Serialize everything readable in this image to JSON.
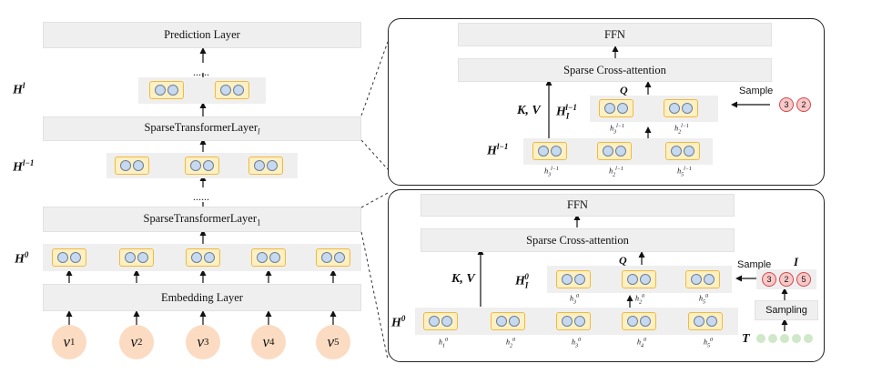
{
  "left": {
    "prediction_layer": "Prediction Layer",
    "sparse_layer_l": "SparseTransformerLayer",
    "sparse_layer_l_sub": "l",
    "sparse_layer_1": "SparseTransformerLayer",
    "sparse_layer_1_sub": "1",
    "embedding_layer": "Embedding Layer",
    "dots": "......",
    "h_l": "H",
    "h_l_sup": "l",
    "h_lm1": "H",
    "h_lm1_sup": "l−1",
    "h_0": "H",
    "h_0_sup": "0",
    "inputs": [
      {
        "v": "v",
        "sub": "1"
      },
      {
        "v": "v",
        "sub": "2"
      },
      {
        "v": "v",
        "sub": "3"
      },
      {
        "v": "v",
        "sub": "4"
      },
      {
        "v": "v",
        "sub": "5"
      }
    ]
  },
  "top_panel": {
    "ffn": "FFN",
    "cross_attention": "Sparse Cross-attention",
    "kv": "K, V",
    "q": "Q",
    "hi_label": "H",
    "hi_sub": "I",
    "hi_sup": "l−1",
    "h_label": "H",
    "h_sup": "l−1",
    "sample": "Sample",
    "sample_nums": [
      "3",
      "2"
    ],
    "query_labels": [
      {
        "h": "h",
        "sub": "3",
        "sup": "l−1"
      },
      {
        "h": "h",
        "sub": "2",
        "sup": "l−1"
      }
    ],
    "key_labels": [
      {
        "h": "h",
        "sub": "3",
        "sup": "l−1"
      },
      {
        "h": "h",
        "sub": "2",
        "sup": "l−1"
      },
      {
        "h": "h",
        "sub": "5",
        "sup": "l−1"
      }
    ]
  },
  "bottom_panel": {
    "ffn": "FFN",
    "cross_attention": "Sparse Cross-attention",
    "kv": "K, V",
    "q": "Q",
    "hi_label": "H",
    "hi_sub": "I",
    "hi_sup": "0",
    "h_label": "H",
    "h_sup": "0",
    "sample": "Sample",
    "i_label": "I",
    "t_label": "T",
    "sampling": "Sampling",
    "sample_nums": [
      "3",
      "2",
      "5"
    ],
    "query_labels": [
      {
        "h": "h",
        "sub": "3",
        "sup": "0"
      },
      {
        "h": "h",
        "sub": "2",
        "sup": "0"
      },
      {
        "h": "h",
        "sub": "5",
        "sup": "0"
      }
    ],
    "key_labels": [
      {
        "h": "h",
        "sub": "1",
        "sup": "0"
      },
      {
        "h": "h",
        "sub": "2",
        "sup": "0"
      },
      {
        "h": "h",
        "sub": "3",
        "sup": "0"
      },
      {
        "h": "h",
        "sub": "4",
        "sup": "0"
      },
      {
        "h": "h",
        "sub": "5",
        "sup": "0"
      }
    ]
  },
  "colors": {
    "token_fill": "#fdf0c2",
    "token_border": "#f2b840",
    "circle_fill": "#c7d9f1",
    "input_fill": "#fbdcc2",
    "sample_fill": "#f9c9c9",
    "sample_border": "#d0494c",
    "t_dots": "#cfe8c8",
    "layer_fill": "#efefef"
  }
}
